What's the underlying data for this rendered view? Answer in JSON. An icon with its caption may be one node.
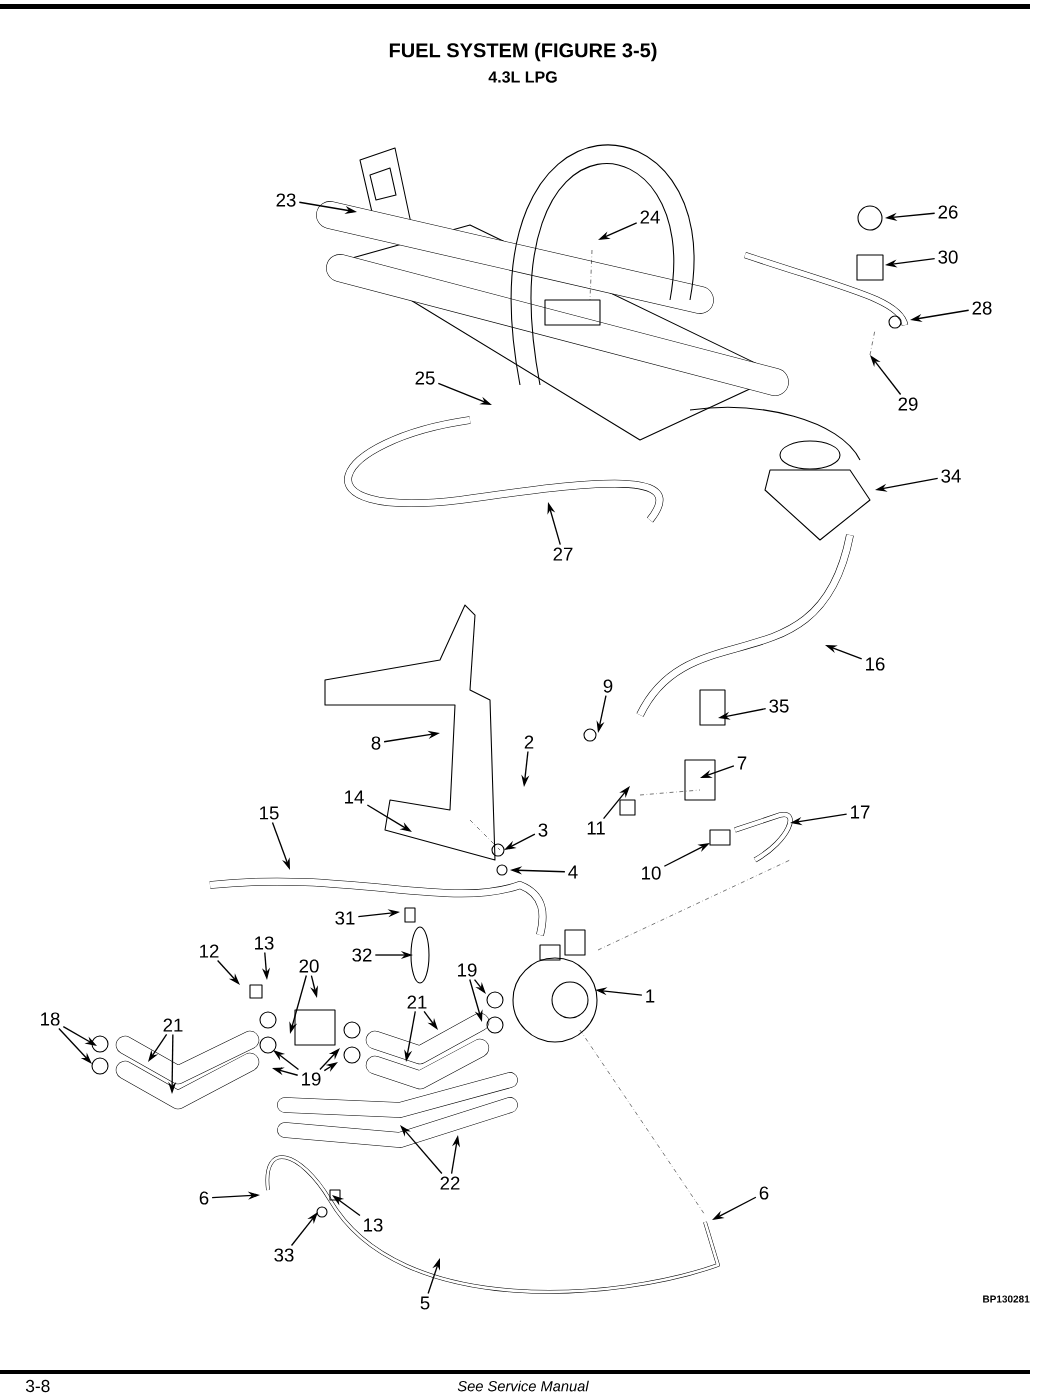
{
  "diagram": {
    "title": "FUEL SYSTEM (FIGURE 3-5)",
    "nodes": [
      {
        "text": [
          "23"
        ]
      },
      {
        "text": [
          "24"
        ]
      },
      {
        "text": [
          "26"
        ]
      },
      {
        "text": [
          "30"
        ]
      },
      {
        "text": [
          "28"
        ]
      },
      {
        "text": [
          "25"
        ]
      },
      {
        "text": [
          "29"
        ]
      },
      {
        "text": [
          "34"
        ]
      },
      {
        "text": [
          "27"
        ]
      },
      {
        "text": [
          "16"
        ]
      },
      {
        "text": [
          "9"
        ]
      },
      {
        "text": [
          "35"
        ]
      },
      {
        "text": [
          "2"
        ]
      },
      {
        "text": [
          "8"
        ]
      },
      {
        "text": [
          "7"
        ]
      },
      {
        "text": [
          "14"
        ]
      },
      {
        "text": [
          "15"
        ]
      },
      {
        "text": [
          "17"
        ]
      },
      {
        "text": [
          "11"
        ]
      },
      {
        "text": [
          "3"
        ]
      },
      {
        "text": [
          "4"
        ]
      },
      {
        "text": [
          "10"
        ]
      },
      {
        "text": [
          "31"
        ]
      },
      {
        "text": [
          "13"
        ]
      },
      {
        "text": [
          "12"
        ]
      },
      {
        "text": [
          "32"
        ]
      },
      {
        "text": [
          "20"
        ]
      },
      {
        "text": [
          "19"
        ]
      },
      {
        "text": [
          "1"
        ]
      },
      {
        "text": [
          "18"
        ]
      },
      {
        "text": [
          "21"
        ]
      },
      {
        "text": [
          "21"
        ]
      },
      {
        "text": [
          "19"
        ]
      },
      {
        "text": [
          "22"
        ]
      },
      {
        "text": [
          "6"
        ]
      },
      {
        "text": [
          "13"
        ]
      },
      {
        "text": [
          "6"
        ]
      },
      {
        "text": [
          "33"
        ]
      },
      {
        "text": [
          "5"
        ]
      }
    ],
    "edges": [
      {
        "from": 0,
        "to": null,
        "arrow": "to"
      },
      {
        "from": 1,
        "to": null,
        "arrow": "to"
      },
      {
        "from": 2,
        "to": null,
        "arrow": "to"
      },
      {
        "from": 3,
        "to": null,
        "arrow": "to"
      },
      {
        "from": 4,
        "to": null,
        "arrow": "to"
      },
      {
        "from": 5,
        "to": null,
        "arrow": "to"
      },
      {
        "from": 6,
        "to": null,
        "arrow": "to"
      },
      {
        "from": 7,
        "to": null,
        "arrow": "to"
      },
      {
        "from": 8,
        "to": null,
        "arrow": "to"
      },
      {
        "from": 9,
        "to": null,
        "arrow": "to"
      },
      {
        "from": 10,
        "to": null,
        "arrow": "to"
      },
      {
        "from": 11,
        "to": null,
        "arrow": "to"
      },
      {
        "from": 12,
        "to": null,
        "arrow": "to"
      },
      {
        "from": 13,
        "to": null,
        "arrow": "to"
      },
      {
        "from": 14,
        "to": null,
        "arrow": "to"
      },
      {
        "from": 15,
        "to": null,
        "arrow": "to"
      },
      {
        "from": 16,
        "to": null,
        "arrow": "to"
      },
      {
        "from": 17,
        "to": null,
        "arrow": "to"
      },
      {
        "from": 18,
        "to": null,
        "arrow": "to"
      },
      {
        "from": 19,
        "to": null,
        "arrow": "to"
      },
      {
        "from": 20,
        "to": null,
        "arrow": "to"
      },
      {
        "from": 21,
        "to": null,
        "arrow": "to"
      },
      {
        "from": 22,
        "to": null,
        "arrow": "to"
      },
      {
        "from": 23,
        "to": null,
        "arrow": "to"
      },
      {
        "from": 24,
        "to": null,
        "arrow": "to"
      },
      {
        "from": 25,
        "to": null,
        "arrow": "to"
      },
      {
        "from": 26,
        "to": null,
        "arrow": "to"
      },
      {
        "from": 26,
        "to": null,
        "arrow": "to"
      },
      {
        "from": 27,
        "to": null,
        "arrow": "to"
      },
      {
        "from": 27,
        "to": null,
        "arrow": "to"
      },
      {
        "from": 28,
        "to": null,
        "arrow": "to"
      },
      {
        "from": 29,
        "to": null,
        "arrow": "to"
      },
      {
        "from": 29,
        "to": null,
        "arrow": "to"
      },
      {
        "from": 30,
        "to": null,
        "arrow": "to"
      },
      {
        "from": 30,
        "to": null,
        "arrow": "to"
      },
      {
        "from": 31,
        "to": null,
        "arrow": "to"
      },
      {
        "from": 31,
        "to": null,
        "arrow": "to"
      },
      {
        "from": 32,
        "to": null,
        "arrow": "to"
      },
      {
        "from": 32,
        "to": null,
        "arrow": "to"
      },
      {
        "from": 32,
        "to": null,
        "arrow": "to"
      },
      {
        "from": 32,
        "to": null,
        "arrow": "to"
      },
      {
        "from": 33,
        "to": null,
        "arrow": "to"
      },
      {
        "from": 33,
        "to": null,
        "arrow": "to"
      },
      {
        "from": 34,
        "to": null,
        "arrow": "to"
      },
      {
        "from": 35,
        "to": null,
        "arrow": "to"
      },
      {
        "from": 36,
        "to": null,
        "arrow": "to"
      },
      {
        "from": 37,
        "to": null,
        "arrow": "to"
      },
      {
        "from": 38,
        "to": null,
        "arrow": "to"
      }
    ],
    "labels": [
      "4.3L LPG",
      "BP130281",
      "3-8",
      "See Service Manual"
    ]
  }
}
